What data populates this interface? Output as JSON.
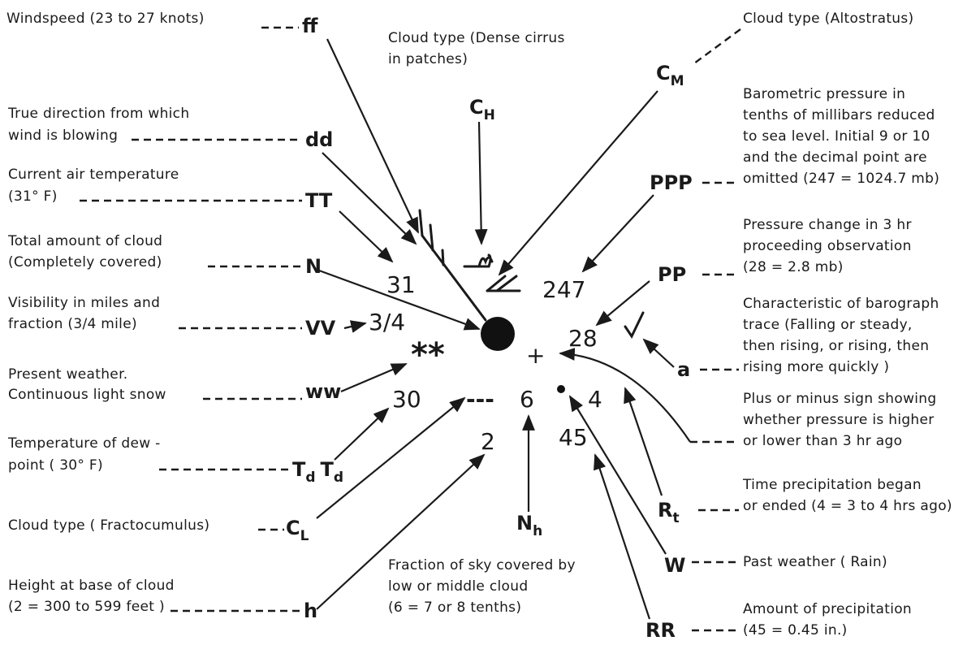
{
  "labels": {
    "ff": {
      "desc": "Windspeed (23 to 27 knots)",
      "code": "ff"
    },
    "dd": {
      "desc1": "True direction from which",
      "desc2": "wind is blowing",
      "code": "dd"
    },
    "tt": {
      "desc1": "Current air temperature",
      "desc2": "(31° F)",
      "code": "TT"
    },
    "n": {
      "desc1": "Total amount of cloud",
      "desc2": "(Completely covered)",
      "code": "N"
    },
    "vv": {
      "desc1": "Visibility in miles and",
      "desc2": "fraction (3/4 mile)",
      "code": "VV"
    },
    "ww": {
      "desc1": "Present weather.",
      "desc2": "Continuous light snow",
      "code": "ww"
    },
    "td": {
      "desc1": "Temperature of dew -",
      "desc2": "point ( 30° F)",
      "code": "T",
      "code_sub": "d",
      "code2": "T",
      "code2_sub": "d"
    },
    "cl": {
      "desc": "Cloud type ( Fractocumulus)",
      "code": "C",
      "code_sub": "L"
    },
    "h": {
      "desc1": "Height at base of cloud",
      "desc2": "(2 = 300 to 599 feet )",
      "code": "h"
    },
    "ch": {
      "desc1": "Cloud type (Dense cirrus",
      "desc2": "in patches)",
      "code": "C",
      "code_sub": "H"
    },
    "cm": {
      "desc": "Cloud type (Altostratus)",
      "code": "C",
      "code_sub": "M"
    },
    "ppp": {
      "desc1": "Barometric pressure in",
      "desc2": "tenths of millibars reduced",
      "desc3": "to sea level. Initial 9 or 10",
      "desc4": "and the decimal point are",
      "desc5": "omitted (247 = 1024.7 mb)",
      "code": "PPP"
    },
    "pp": {
      "desc1": "Pressure change in 3 hr",
      "desc2": "proceeding observation",
      "desc3": "(28 = 2.8 mb)",
      "code": "PP"
    },
    "a": {
      "desc1": "Characteristic of barograph",
      "desc2": "trace (Falling or steady,",
      "desc3": "then rising, or rising, then",
      "desc4": "rising more quickly )",
      "code": "a"
    },
    "sign": {
      "desc1": "Plus or minus sign showing",
      "desc2": "whether pressure is higher",
      "desc3": "or lower than 3 hr ago"
    },
    "rt": {
      "desc1": "Time precipitation began",
      "desc2": "or ended (4 = 3 to 4 hrs ago)",
      "code": "R",
      "code_sub": "t"
    },
    "w": {
      "desc": "Past weather ( Rain)",
      "code": "W"
    },
    "rr": {
      "desc1": "Amount of precipitation",
      "desc2": "(45 = 0.45 in.)",
      "code": "RR"
    },
    "nh": {
      "desc1": "Fraction of sky covered by",
      "desc2": "low or middle cloud",
      "desc3": "(6 = 7 or 8 tenths)",
      "code": "N",
      "code_sub": "h"
    }
  },
  "station": {
    "temp": "31",
    "pressure": "247",
    "pressure_change": "28",
    "visibility": "3/4",
    "present_weather": "**",
    "dewpoint": "30",
    "cloud_amount": "6",
    "cloud_height": "2",
    "precip_time": "4",
    "precip_amount": "45",
    "pressure_sign": "+"
  }
}
